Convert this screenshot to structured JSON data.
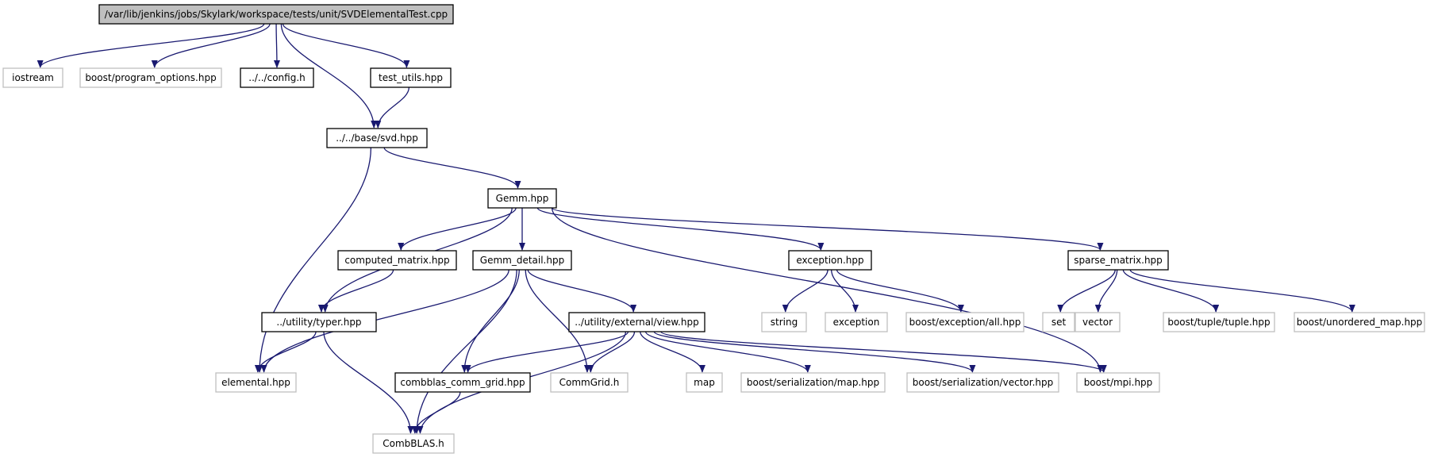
{
  "colors": {
    "edge": "#191970",
    "node_border_local": "#000000",
    "node_border_external": "#bfbfbf",
    "root_fill": "#bfbfbf",
    "node_fill": "#ffffff"
  },
  "nodes": [
    {
      "id": "root",
      "label": "/var/lib/jenkins/jobs/Skylark/workspace/tests/unit/SVDElementalTest.cpp",
      "kind": "root"
    },
    {
      "id": "iostream",
      "label": "iostream",
      "kind": "external"
    },
    {
      "id": "boost_po",
      "label": "boost/program_options.hpp",
      "kind": "external"
    },
    {
      "id": "config",
      "label": "../../config.h",
      "kind": "local"
    },
    {
      "id": "test_utils",
      "label": "test_utils.hpp",
      "kind": "local"
    },
    {
      "id": "svd",
      "label": "../../base/svd.hpp",
      "kind": "local"
    },
    {
      "id": "gemm",
      "label": "Gemm.hpp",
      "kind": "local"
    },
    {
      "id": "computed",
      "label": "computed_matrix.hpp",
      "kind": "local"
    },
    {
      "id": "gemm_detail",
      "label": "Gemm_detail.hpp",
      "kind": "local"
    },
    {
      "id": "exception_hpp",
      "label": "exception.hpp",
      "kind": "local"
    },
    {
      "id": "sparse",
      "label": "sparse_matrix.hpp",
      "kind": "local"
    },
    {
      "id": "typer",
      "label": "../utility/typer.hpp",
      "kind": "local"
    },
    {
      "id": "view",
      "label": "../utility/external/view.hpp",
      "kind": "local"
    },
    {
      "id": "string",
      "label": "string",
      "kind": "external"
    },
    {
      "id": "exception",
      "label": "exception",
      "kind": "external"
    },
    {
      "id": "boost_exc",
      "label": "boost/exception/all.hpp",
      "kind": "external"
    },
    {
      "id": "set",
      "label": "set",
      "kind": "external"
    },
    {
      "id": "vector",
      "label": "vector",
      "kind": "external"
    },
    {
      "id": "boost_tuple",
      "label": "boost/tuple/tuple.hpp",
      "kind": "external"
    },
    {
      "id": "boost_umap",
      "label": "boost/unordered_map.hpp",
      "kind": "external"
    },
    {
      "id": "elemental",
      "label": "elemental.hpp",
      "kind": "external"
    },
    {
      "id": "combblas_grid",
      "label": "combblas_comm_grid.hpp",
      "kind": "local"
    },
    {
      "id": "commgrid",
      "label": "CommGrid.h",
      "kind": "external"
    },
    {
      "id": "map",
      "label": "map",
      "kind": "external"
    },
    {
      "id": "ser_map",
      "label": "boost/serialization/map.hpp",
      "kind": "external"
    },
    {
      "id": "ser_vector",
      "label": "boost/serialization/vector.hpp",
      "kind": "external"
    },
    {
      "id": "boost_mpi",
      "label": "boost/mpi.hpp",
      "kind": "external"
    },
    {
      "id": "combblas",
      "label": "CombBLAS.h",
      "kind": "external"
    }
  ],
  "edges": [
    [
      "root",
      "iostream"
    ],
    [
      "root",
      "boost_po"
    ],
    [
      "root",
      "config"
    ],
    [
      "root",
      "test_utils"
    ],
    [
      "root",
      "svd"
    ],
    [
      "test_utils",
      "svd"
    ],
    [
      "svd",
      "gemm"
    ],
    [
      "svd",
      "elemental"
    ],
    [
      "gemm",
      "typer"
    ],
    [
      "gemm",
      "computed"
    ],
    [
      "gemm",
      "gemm_detail"
    ],
    [
      "gemm",
      "exception_hpp"
    ],
    [
      "gemm",
      "sparse"
    ],
    [
      "gemm",
      "boost_mpi"
    ],
    [
      "computed",
      "typer"
    ],
    [
      "typer",
      "elemental"
    ],
    [
      "typer",
      "combblas"
    ],
    [
      "gemm_detail",
      "elemental"
    ],
    [
      "gemm_detail",
      "combblas"
    ],
    [
      "gemm_detail",
      "combblas_grid"
    ],
    [
      "gemm_detail",
      "commgrid"
    ],
    [
      "gemm_detail",
      "view"
    ],
    [
      "view",
      "combblas_grid"
    ],
    [
      "view",
      "commgrid"
    ],
    [
      "view",
      "map"
    ],
    [
      "view",
      "ser_map"
    ],
    [
      "view",
      "ser_vector"
    ],
    [
      "view",
      "boost_mpi"
    ],
    [
      "view",
      "combblas"
    ],
    [
      "combblas_grid",
      "combblas"
    ],
    [
      "exception_hpp",
      "string"
    ],
    [
      "exception_hpp",
      "exception"
    ],
    [
      "exception_hpp",
      "boost_exc"
    ],
    [
      "sparse",
      "set"
    ],
    [
      "sparse",
      "vector"
    ],
    [
      "sparse",
      "boost_tuple"
    ],
    [
      "sparse",
      "boost_umap"
    ]
  ]
}
